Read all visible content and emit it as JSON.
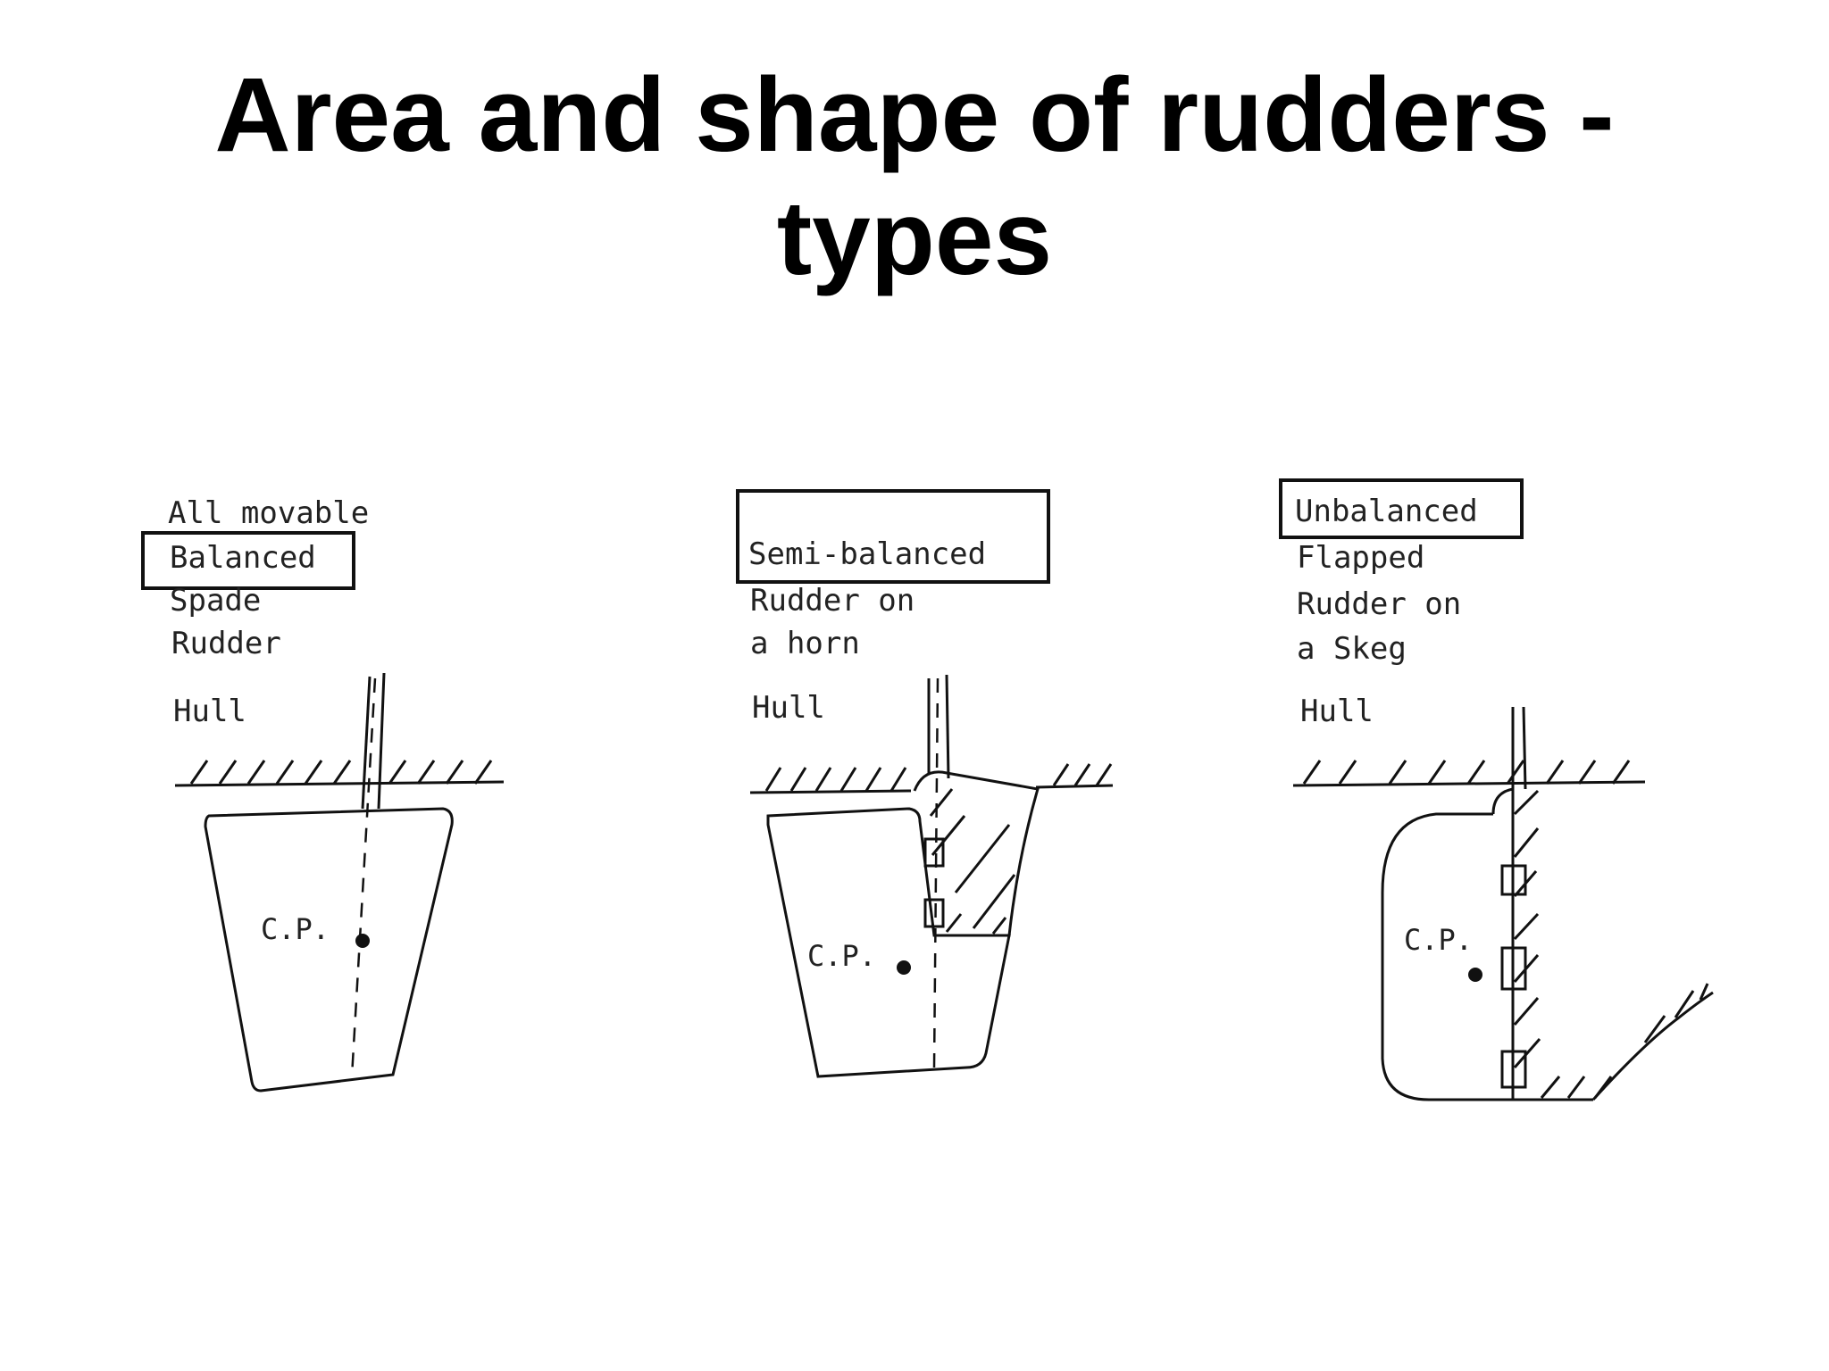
{
  "title": {
    "line1": "Area and shape of rudders -",
    "line2": "types"
  },
  "diagrams": [
    {
      "lines": [
        "All movable",
        "Balanced",
        "Spade",
        "Rudder"
      ],
      "hull_label": "Hull",
      "cp_label": "C.P."
    },
    {
      "lines": [
        "Semi-balanced",
        "Rudder on",
        "a horn"
      ],
      "hull_label": "Hull",
      "cp_label": "C.P."
    },
    {
      "lines": [
        "Unbalanced",
        "Flapped",
        "Rudder on",
        "a Skeg"
      ],
      "hull_label": "Hull",
      "cp_label": "C.P."
    }
  ]
}
